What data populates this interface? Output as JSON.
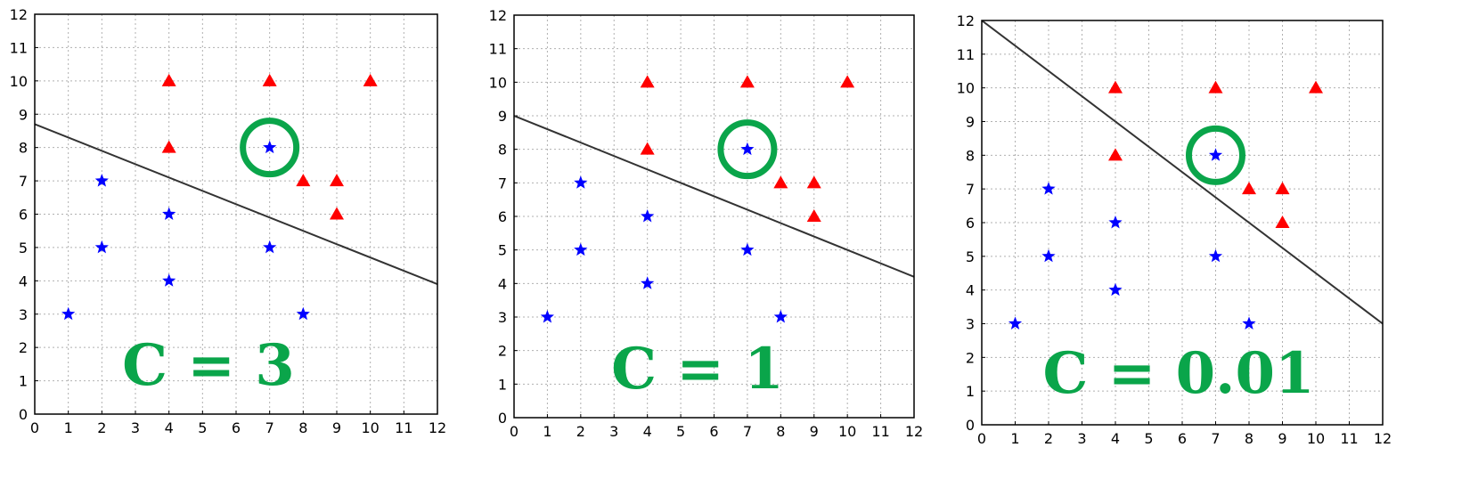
{
  "colors": {
    "class_a": "#ff0000",
    "class_b": "#0000ff",
    "ring": "#0aa54a",
    "label": "#0aa54a"
  },
  "chart_data": [
    {
      "type": "scatter",
      "title": "",
      "annotation": "C = 3",
      "xlim": [
        0,
        12
      ],
      "ylim": [
        0,
        12
      ],
      "xticks": [
        "0",
        "1",
        "2",
        "3",
        "4",
        "5",
        "6",
        "7",
        "8",
        "9",
        "10",
        "11",
        "12"
      ],
      "yticks": [
        "0",
        "1",
        "2",
        "3",
        "4",
        "5",
        "6",
        "7",
        "8",
        "9",
        "10",
        "11",
        "12"
      ],
      "grid": true,
      "series": [
        {
          "marker": "triangle",
          "color": "#ff0000",
          "points": [
            [
              4,
              10
            ],
            [
              7,
              10
            ],
            [
              10,
              10
            ],
            [
              4,
              8
            ],
            [
              8,
              7
            ],
            [
              9,
              7
            ],
            [
              9,
              6
            ]
          ]
        },
        {
          "marker": "star",
          "color": "#0000ff",
          "points": [
            [
              7,
              8
            ],
            [
              2,
              7
            ],
            [
              4,
              6
            ],
            [
              2,
              5
            ],
            [
              7,
              5
            ],
            [
              4,
              4
            ],
            [
              1,
              3
            ],
            [
              8,
              3
            ]
          ]
        }
      ],
      "decision_boundary": [
        [
          0,
          8.7
        ],
        [
          12,
          3.9
        ]
      ],
      "highlight_point": [
        7,
        8
      ]
    },
    {
      "type": "scatter",
      "title": "",
      "annotation": "C = 1",
      "xlim": [
        0,
        12
      ],
      "ylim": [
        0,
        12
      ],
      "xticks": [
        "0",
        "1",
        "2",
        "3",
        "4",
        "5",
        "6",
        "7",
        "8",
        "9",
        "10",
        "11",
        "12"
      ],
      "yticks": [
        "0",
        "1",
        "2",
        "3",
        "4",
        "5",
        "6",
        "7",
        "8",
        "9",
        "10",
        "11",
        "12"
      ],
      "grid": true,
      "series": [
        {
          "marker": "triangle",
          "color": "#ff0000",
          "points": [
            [
              4,
              10
            ],
            [
              7,
              10
            ],
            [
              10,
              10
            ],
            [
              4,
              8
            ],
            [
              8,
              7
            ],
            [
              9,
              7
            ],
            [
              9,
              6
            ]
          ]
        },
        {
          "marker": "star",
          "color": "#0000ff",
          "points": [
            [
              7,
              8
            ],
            [
              2,
              7
            ],
            [
              4,
              6
            ],
            [
              2,
              5
            ],
            [
              7,
              5
            ],
            [
              4,
              4
            ],
            [
              1,
              3
            ],
            [
              8,
              3
            ]
          ]
        }
      ],
      "decision_boundary": [
        [
          0,
          9.0
        ],
        [
          12,
          4.2
        ]
      ],
      "highlight_point": [
        7,
        8
      ]
    },
    {
      "type": "scatter",
      "title": "",
      "annotation": "C = 0.01",
      "xlim": [
        0,
        12
      ],
      "ylim": [
        0,
        12
      ],
      "xticks": [
        "0",
        "1",
        "2",
        "3",
        "4",
        "5",
        "6",
        "7",
        "8",
        "9",
        "10",
        "11",
        "12"
      ],
      "yticks": [
        "0",
        "1",
        "2",
        "3",
        "4",
        "5",
        "6",
        "7",
        "8",
        "9",
        "10",
        "11",
        "12"
      ],
      "grid": true,
      "series": [
        {
          "marker": "triangle",
          "color": "#ff0000",
          "points": [
            [
              4,
              10
            ],
            [
              7,
              10
            ],
            [
              10,
              10
            ],
            [
              4,
              8
            ],
            [
              8,
              7
            ],
            [
              9,
              7
            ],
            [
              9,
              6
            ]
          ]
        },
        {
          "marker": "star",
          "color": "#0000ff",
          "points": [
            [
              7,
              8
            ],
            [
              2,
              7
            ],
            [
              4,
              6
            ],
            [
              2,
              5
            ],
            [
              7,
              5
            ],
            [
              4,
              4
            ],
            [
              1,
              3
            ],
            [
              8,
              3
            ]
          ]
        }
      ],
      "decision_boundary": [
        [
          0,
          12
        ],
        [
          12,
          3
        ]
      ],
      "highlight_point": [
        7,
        8
      ]
    }
  ]
}
